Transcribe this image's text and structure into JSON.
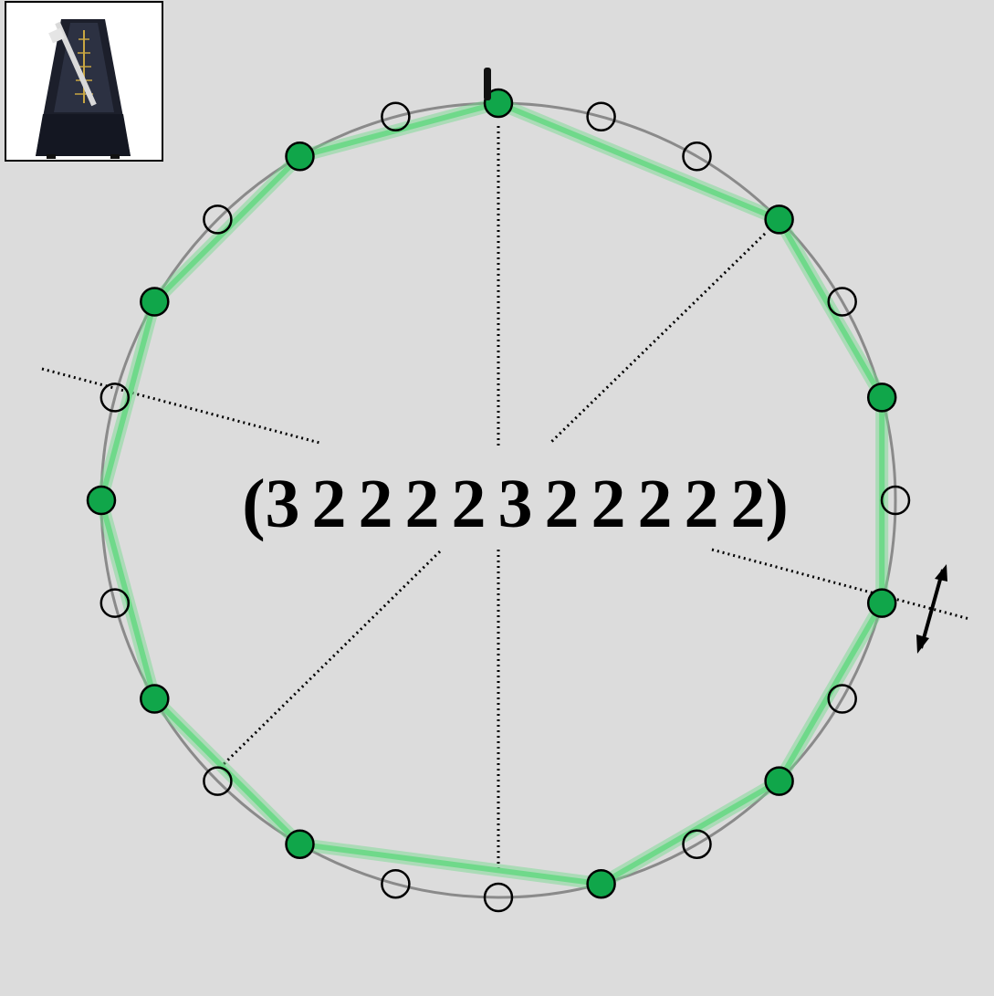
{
  "pattern_text": "(3 2 2 2 2 3 2 2 2 2 2)",
  "rhythm": {
    "pulses": 24,
    "intervals": [
      3,
      2,
      2,
      2,
      2,
      3,
      2,
      2,
      2,
      2,
      2
    ],
    "onsets": [
      0,
      3,
      5,
      7,
      9,
      11,
      14,
      16,
      18,
      20,
      22
    ]
  },
  "colors": {
    "background": "#dcdcdc",
    "onset_fill": "#10a64a",
    "polygon": "#6fd98a",
    "circle": "#8a8a8a"
  },
  "icons": {
    "metronome": "metronome-icon",
    "arrow": "double-arrow-icon"
  }
}
